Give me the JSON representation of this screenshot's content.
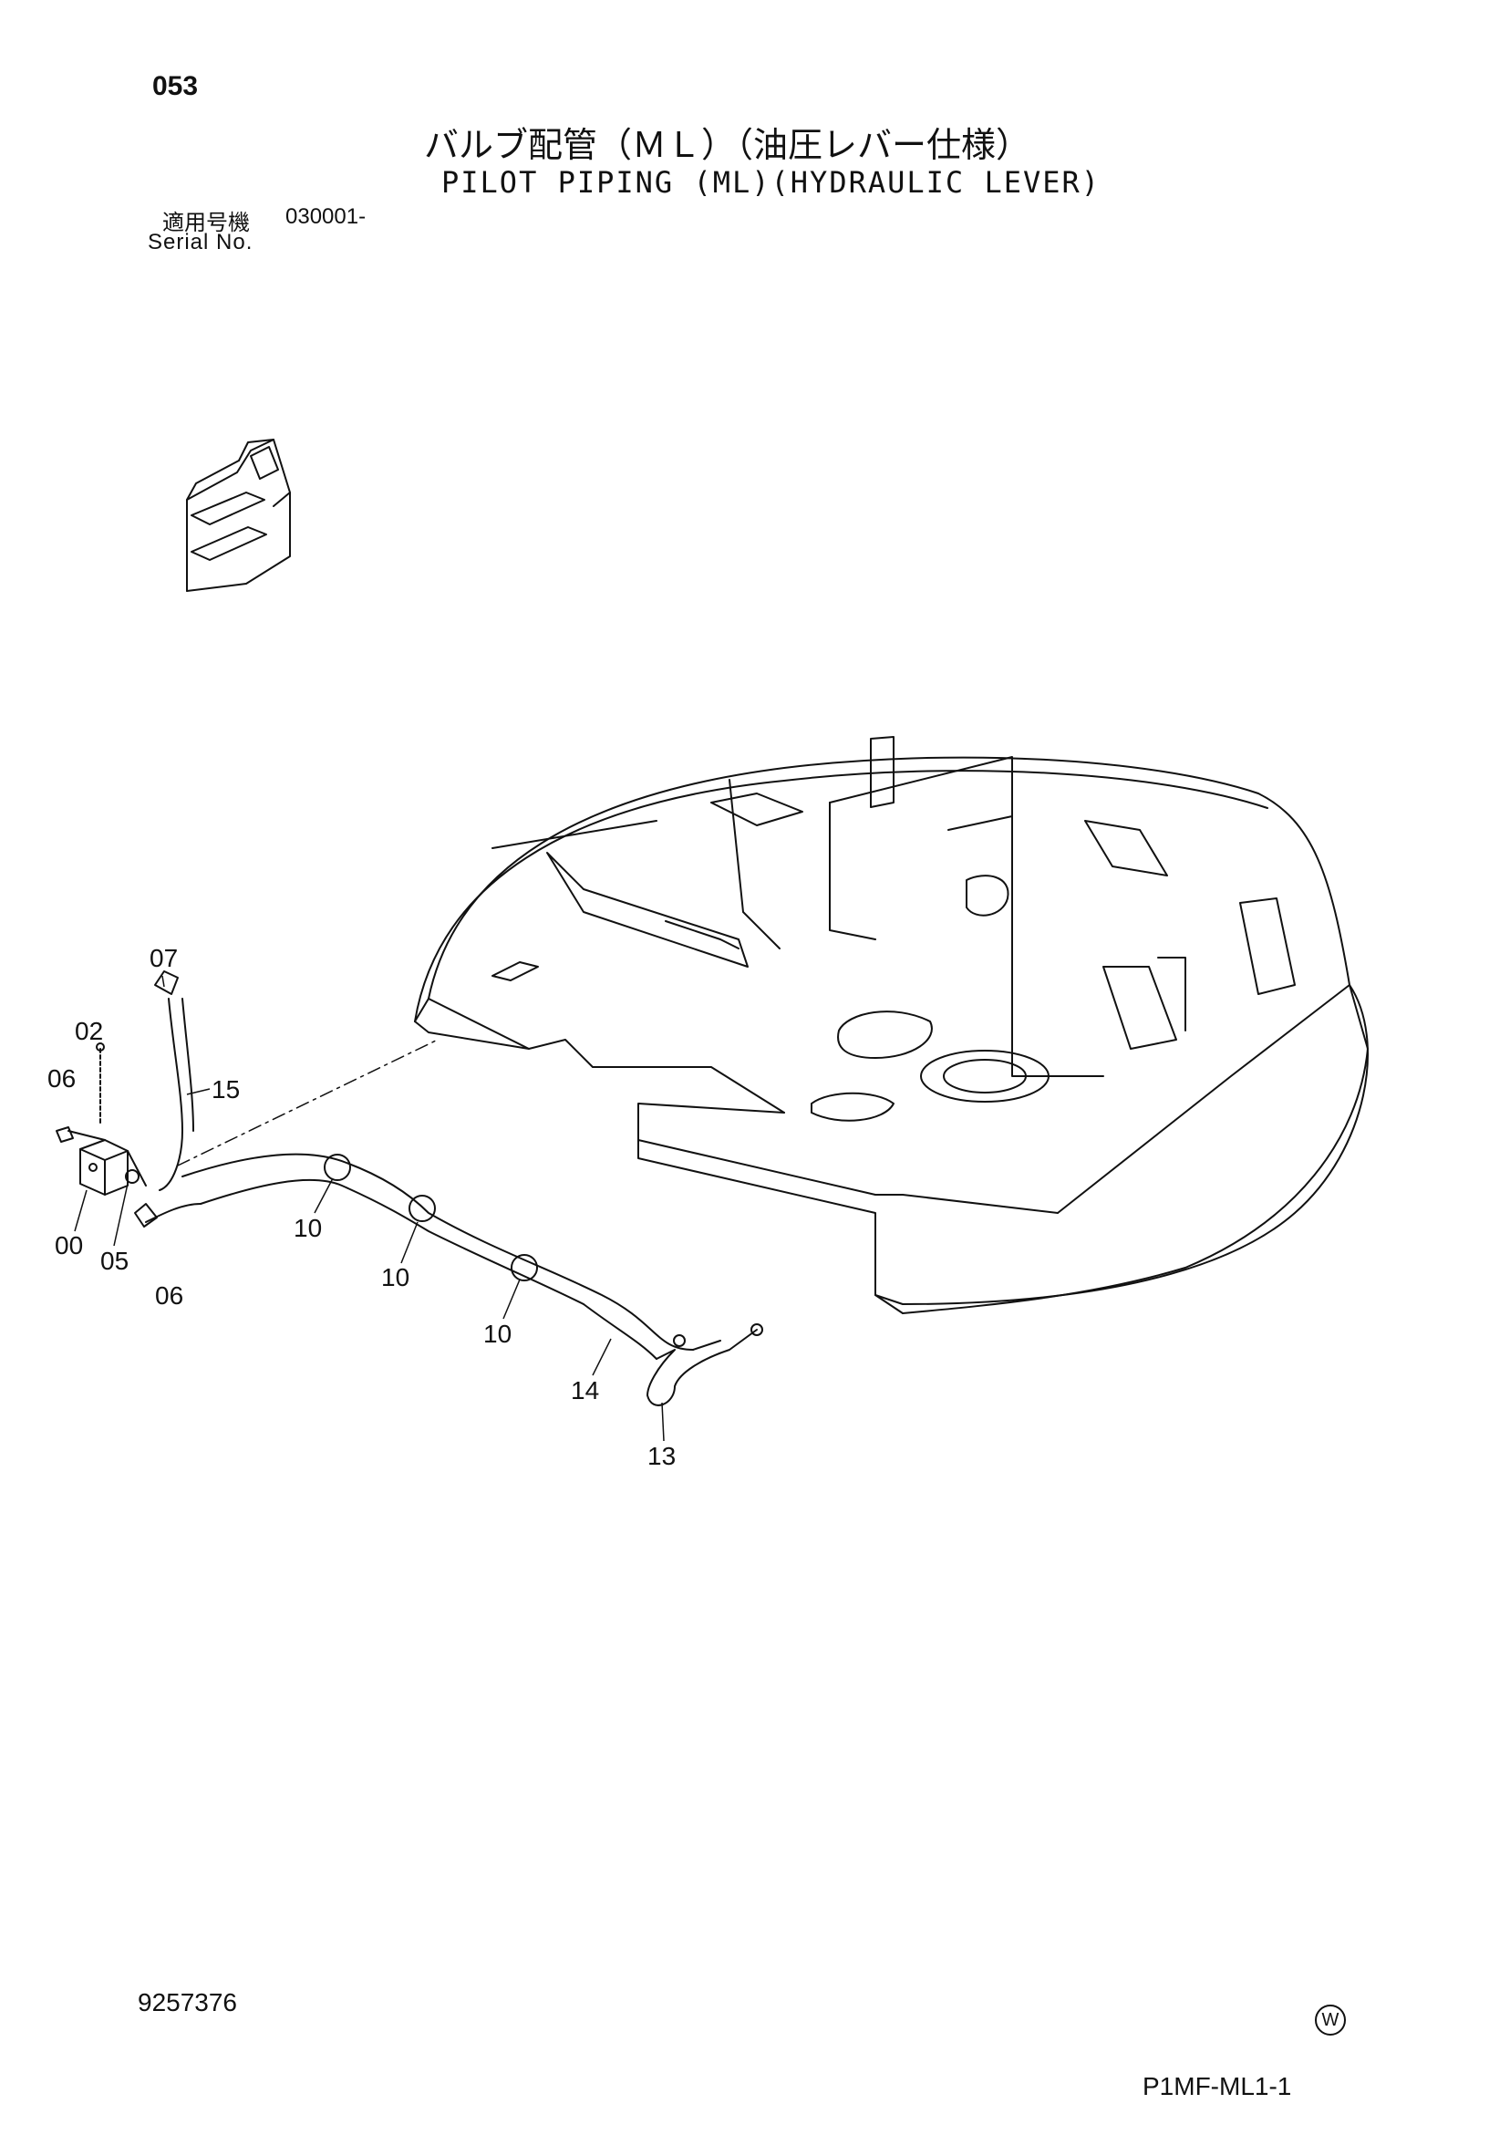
{
  "header": {
    "page_number": "053",
    "title_jp": "バルブ配管（ＭＬ）（油圧レバー仕様）",
    "title_en": "PILOT PIPING (ML)(HYDRAULIC LEVER)",
    "serial_label_jp": "適用号機",
    "serial_value": "030001-",
    "serial_label_en": "Serial No."
  },
  "callouts": {
    "c00": "00",
    "c02": "02",
    "c05": "05",
    "c06a": "06",
    "c06b": "06",
    "c07": "07",
    "c10a": "10",
    "c10b": "10",
    "c10c": "10",
    "c13": "13",
    "c14": "14",
    "c15": "15"
  },
  "footer": {
    "doc_number": "9257376",
    "mark": "W",
    "page_code": "P1MF-ML1-1"
  }
}
